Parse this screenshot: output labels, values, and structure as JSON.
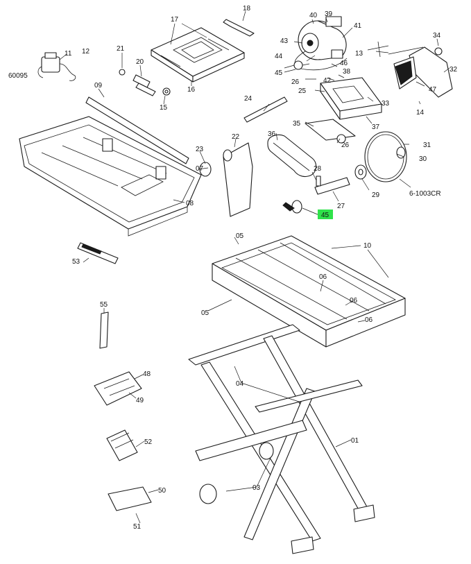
{
  "highlight_color": "#2fe24a",
  "line_color": "#1a1a1a",
  "labels": {
    "l01": "01",
    "l03": "03",
    "l04": "04",
    "l05a": "05",
    "l05b": "05",
    "l06a": "06",
    "l06b": "06",
    "l06c": "06",
    "l07": "07",
    "l08": "08",
    "l09": "09",
    "l10": "10",
    "l11": "11",
    "l12": "12",
    "l13": "13",
    "l14": "14",
    "l15": "15",
    "l16": "16",
    "l17": "17",
    "l18": "18",
    "l20": "20",
    "l21": "21",
    "l22": "22",
    "l23": "23",
    "l24": "24",
    "l25": "25",
    "l26a": "26",
    "l26b": "26",
    "l27": "27",
    "l28": "28",
    "l29": "29",
    "l30": "30",
    "l31": "31",
    "l32": "32",
    "l33": "33",
    "l34": "34",
    "l35": "35",
    "l36": "36",
    "l37": "37",
    "l38": "38",
    "l39": "39",
    "l40": "40",
    "l41": "41",
    "l42": "42",
    "l43": "43",
    "l44": "44",
    "l45a": "45",
    "l45b": "45",
    "l46": "46",
    "l47": "47",
    "l48": "48",
    "l49": "49",
    "l50": "50",
    "l51": "51",
    "l52": "52",
    "l53": "53",
    "l55": "55",
    "l60095": "60095",
    "l1003": "6-1003CR"
  }
}
